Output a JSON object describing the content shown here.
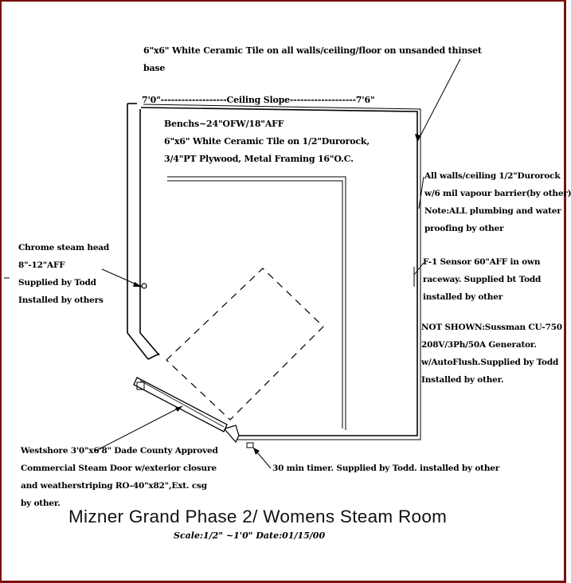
{
  "title": "Mizner Grand Phase 2/ Womens Steam Room",
  "scale_line": "Scale:1/2\" ~1'0\"  Date:01/15/00",
  "notes": {
    "tile_all": [
      "6\"x6\" White Ceramic Tile on all walls/ceiling/floor on unsanded thinset",
      "base"
    ],
    "ceiling_slope": "7'0\"-------------------Ceiling Slope-------------------7'6\"",
    "benches": [
      "Benchs~24\"OFW/18\"AFF",
      "6\"x6\" White Ceramic Tile on 1/2\"Durorock,",
      "3/4\"PT Plywood, Metal Framing 16\"O.C."
    ],
    "walls": [
      "All walls/ceiling 1/2\"Durorock",
      "w/6 mil vapour barrier(by other)",
      "Note:ALL plumbing and water",
      " proofing by other"
    ],
    "sensor": [
      "F-1 Sensor 60\"AFF in own",
      "raceway. Supplied bt Todd",
      "installed by other"
    ],
    "not_shown": [
      "NOT SHOWN:Sussman CU-750",
      "208V/3Ph/50A Generator.",
      "w/AutoFlush.Supplied by Todd",
      "Installed by other."
    ],
    "steam_head": [
      "Chrome steam head",
      "8\"-12\"AFF",
      " Supplied by Todd",
      "Installed by others"
    ],
    "door": [
      "Westshore 3'0\"x6'8\" Dade County Approved",
      "Commercial Steam Door w/exterior closure",
      "and weatherstriping RO-40\"x82\",Ext. csg",
      "  by other."
    ],
    "timer": "30 min timer. Supplied by Todd. installed by other"
  },
  "colors": {
    "frame": "#7a1010",
    "ink": "#000000"
  }
}
